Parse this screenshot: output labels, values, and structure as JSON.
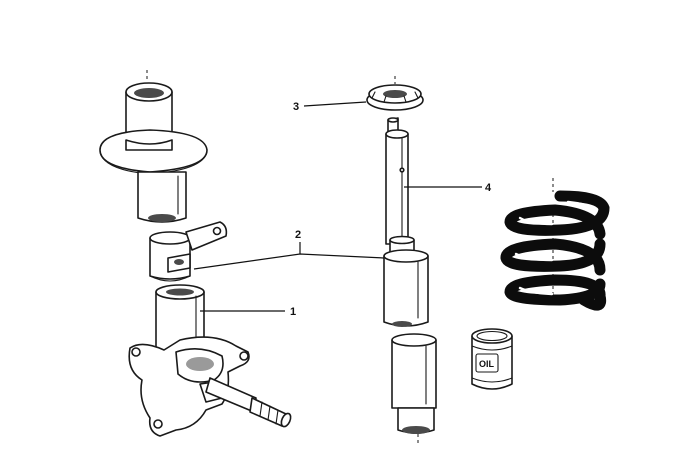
{
  "callouts": [
    {
      "id": "1",
      "label": "1"
    },
    {
      "id": "2",
      "label": "2"
    },
    {
      "id": "3",
      "label": "3"
    },
    {
      "id": "4",
      "label": "4"
    }
  ],
  "oil_can": {
    "label": "OIL"
  },
  "icons": [
    "strut-housing",
    "clamp-bracket",
    "inner-tube",
    "steering-knuckle",
    "bearing-ring",
    "shock-absorber",
    "dust-sleeve",
    "coil-spring",
    "oil-can"
  ],
  "colors": {
    "ink": "#1a1a1a",
    "background": "#ffffff"
  }
}
